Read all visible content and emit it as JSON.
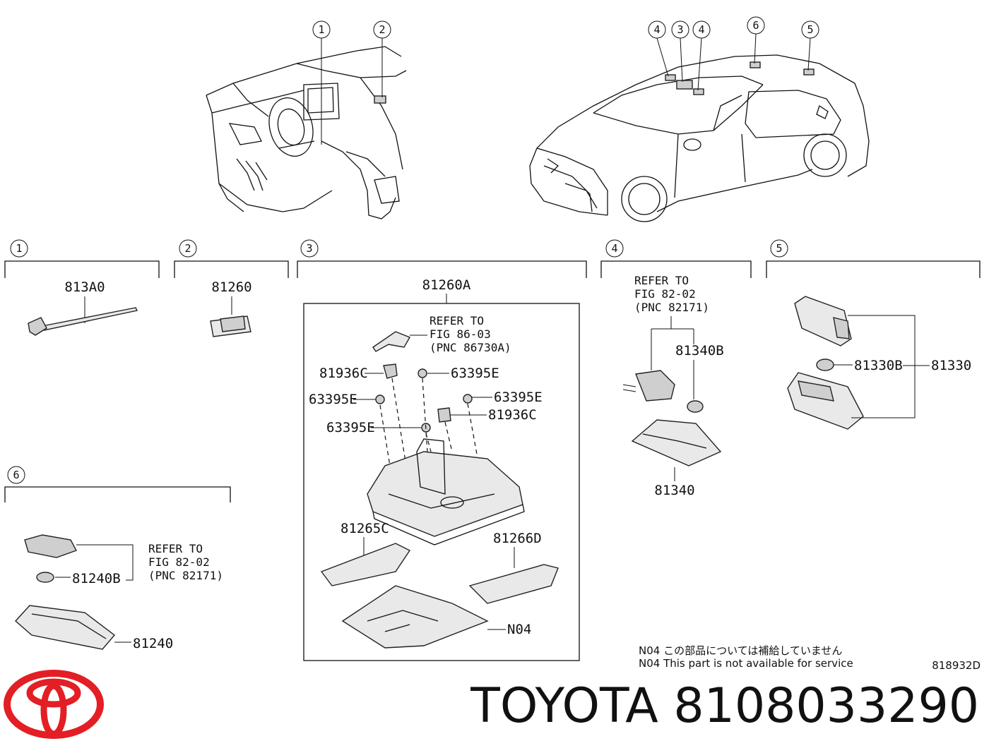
{
  "callout_numbers": [
    "1",
    "2",
    "3",
    "4",
    "5",
    "6"
  ],
  "sections": {
    "s1": {
      "num": "1",
      "parts": [
        "813A0"
      ]
    },
    "s2": {
      "num": "2",
      "parts": [
        "81260"
      ]
    },
    "s3": {
      "num": "3",
      "assembly": "81260A",
      "refer": [
        "REFER TO",
        "FIG 86-03",
        "(PNC 86730A)"
      ],
      "parts": [
        "81936C",
        "63395E",
        "63395E",
        "63395E",
        "81936C",
        "63395E",
        "81265C",
        "81266D",
        "N04"
      ]
    },
    "s4": {
      "num": "4",
      "refer": [
        "REFER TO",
        "FIG 82-02",
        "(PNC 82171)"
      ],
      "parts": [
        "81340B",
        "81340"
      ]
    },
    "s5": {
      "num": "5",
      "parts": [
        "81330B",
        "81330"
      ]
    },
    "s6": {
      "num": "6",
      "refer": [
        "REFER TO",
        "FIG 82-02",
        "(PNC 82171)"
      ],
      "parts": [
        "81240B",
        "81240"
      ]
    }
  },
  "notes": {
    "jp": "N04 この部品については補給していません",
    "en": "N04 This part is not available for service"
  },
  "figure_code": "818932D",
  "brand_title": "TOYOTA 8108033290",
  "colors": {
    "logo_red": "#e31e24",
    "line": "#111111"
  }
}
